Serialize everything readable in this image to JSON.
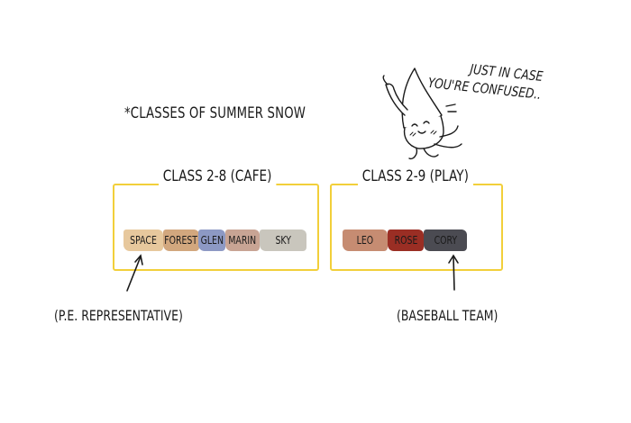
{
  "title": "*CLASSES OF SUMMER SNOW",
  "classes": [
    {
      "label": "CLASS 2-8 (CAFE)",
      "students": [
        {
          "name": "SPACE",
          "color": "#e7c89d"
        },
        {
          "name": "FOREST",
          "color": "#d2a77e"
        },
        {
          "name": "GLEN",
          "color": "#8d99c4"
        },
        {
          "name": "MARIN",
          "color": "#c8a494"
        },
        {
          "name": "SKY",
          "color": "#c9c6bd"
        }
      ],
      "annotation": "(P.E. REPRESENTATIVE)"
    },
    {
      "label": "CLASS 2-9 (PLAY)",
      "students": [
        {
          "name": "LEO",
          "color": "#c68c72"
        },
        {
          "name": "ROSE",
          "color": "#9a2e24"
        },
        {
          "name": "CORY",
          "color": "#4b4b52"
        }
      ],
      "annotation": "(BASEBALL TEAM)"
    }
  ],
  "speech": {
    "line1": "JUST IN CASE",
    "line2": "YOU'RE CONFUSED.."
  },
  "colors": {
    "box_border": "#f2cf3a",
    "ink": "#1a1a1a"
  },
  "icons": {
    "mascot": "squid-mascot-icon",
    "arrow": "arrow-up-icon"
  }
}
